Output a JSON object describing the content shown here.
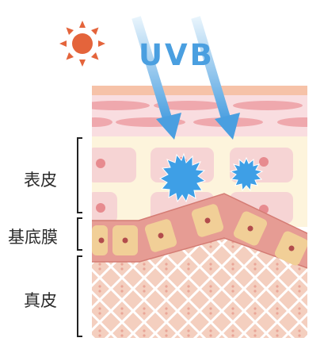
{
  "diagram": {
    "ray_label": "UVB",
    "layers": [
      {
        "id": "epidermis",
        "label": "表皮"
      },
      {
        "id": "basal",
        "label": "基底膜"
      },
      {
        "id": "dermis",
        "label": "真皮"
      }
    ]
  },
  "colors": {
    "sun": "#e4643b",
    "ray": "#4a9fe0",
    "burst": "#3e9fe6",
    "epidermis_bg": "#fdf4dc",
    "cell_fill": "#f6d4d4",
    "cell_dot": "#e78b8f",
    "basal_band": "#e69c94",
    "basal_cell": "#f1cf97",
    "dermis_bg": "#f4cfbf",
    "dermis_line": "#ffffff"
  }
}
